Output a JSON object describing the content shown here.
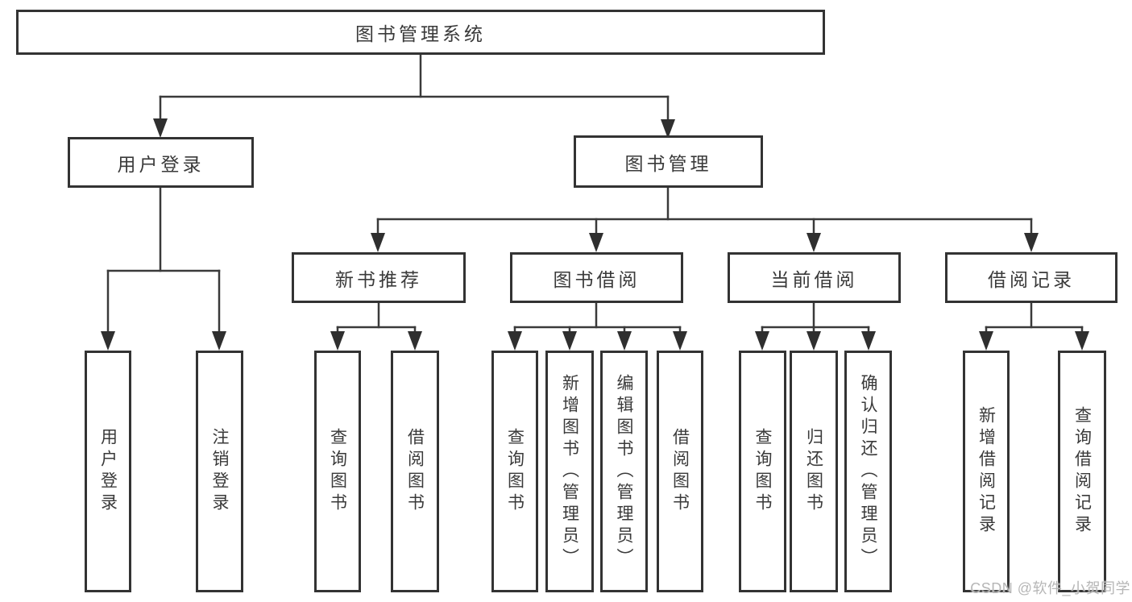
{
  "diagram": {
    "root": {
      "label": "图书管理系统"
    },
    "user_login": {
      "label": "用户登录",
      "children": [
        {
          "label": "用户登录"
        },
        {
          "label": "注销登录"
        }
      ]
    },
    "book_management": {
      "label": "图书管理",
      "sections": [
        {
          "label": "新书推荐",
          "children": [
            {
              "label": "查询图书"
            },
            {
              "label": "借阅图书"
            }
          ]
        },
        {
          "label": "图书借阅",
          "children": [
            {
              "label": "查询图书"
            },
            {
              "label": "新增图书（管理员）"
            },
            {
              "label": "编辑图书（管理员）"
            },
            {
              "label": "借阅图书"
            }
          ]
        },
        {
          "label": "当前借阅",
          "children": [
            {
              "label": "查询图书"
            },
            {
              "label": "归还图书"
            },
            {
              "label": "确认归还（管理员）"
            }
          ]
        },
        {
          "label": "借阅记录",
          "children": [
            {
              "label": "新增借阅记录"
            },
            {
              "label": "查询借阅记录"
            }
          ]
        }
      ]
    }
  },
  "watermark": "CSDN @软件_小贺同学",
  "colors": {
    "line": "#3a3a3a",
    "box_border": "#333333",
    "text": "#3a3a3a",
    "background": "#ffffff",
    "watermark": "#b6b6b6"
  }
}
